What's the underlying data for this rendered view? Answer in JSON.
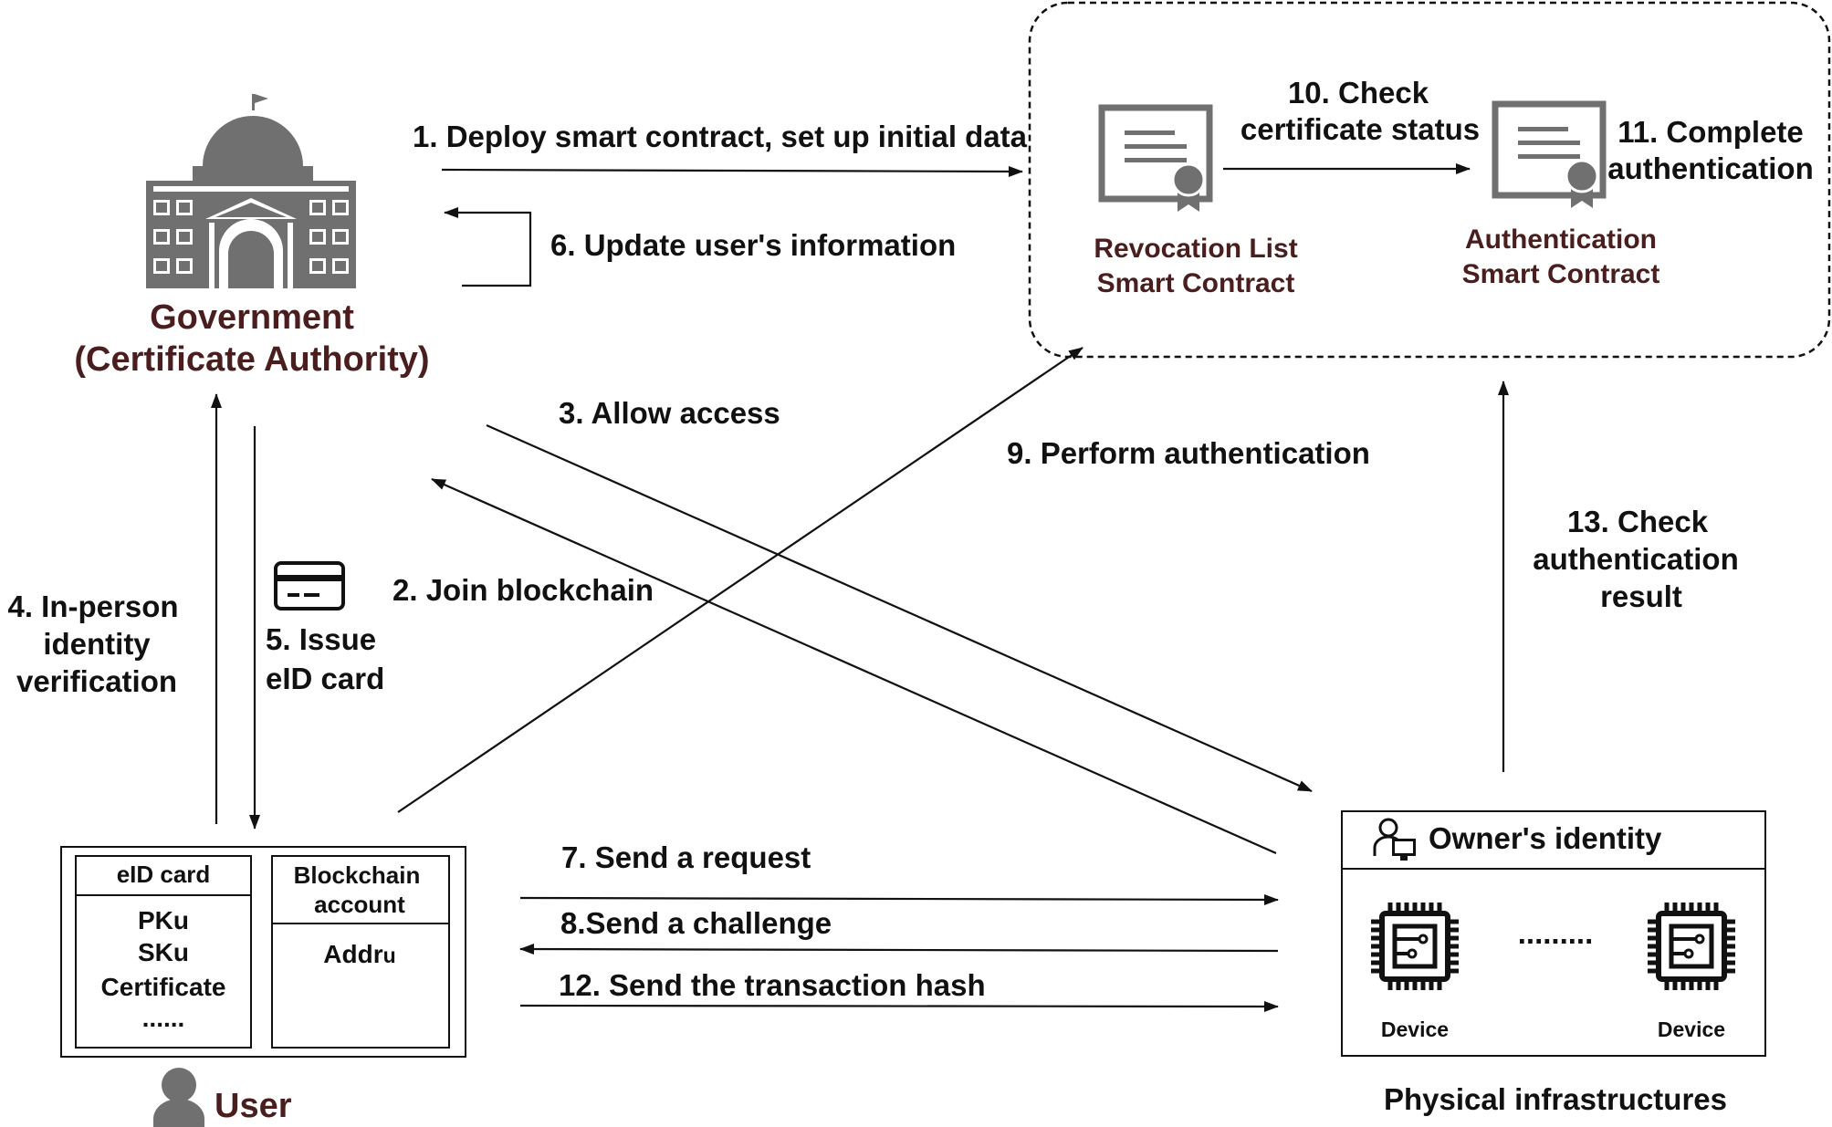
{
  "entities": {
    "government_line1": "Government",
    "government_line2": "(Certificate Authority)",
    "user": "User",
    "physical": "Physical infrastructures",
    "owner_identity": "Owner's identity",
    "device_label": "Device",
    "device_dots": "........."
  },
  "contracts": {
    "revocation_line1": "Revocation List",
    "revocation_line2": "Smart Contract",
    "auth_line1": "Authentication",
    "auth_line2": "Smart Contract"
  },
  "user_box": {
    "eid_header": "eID card",
    "eid_items": [
      "PKu",
      "SKu",
      "Certificate",
      "......"
    ],
    "account_header_line1": "Blockchain",
    "account_header_line2": "account",
    "account_item_main": "Addr",
    "account_item_sub": "u"
  },
  "steps": {
    "s1": "1. Deploy smart contract, set up initial data",
    "s2": "2. Join blockchain",
    "s3": "3. Allow access",
    "s4_line1": "4. In-person",
    "s4_line2": "identity",
    "s4_line3": "verification",
    "s5_line1": "5. Issue",
    "s5_line2": "eID card",
    "s6": "6. Update user's information",
    "s7": "7. Send a request",
    "s8": "8.Send a challenge",
    "s9": "9. Perform authentication",
    "s10_line1": "10. Check",
    "s10_line2": "certificate status",
    "s11_line1": "11. Complete",
    "s11_line2": "authentication",
    "s12": "12. Send the transaction hash",
    "s13_line1": "13. Check",
    "s13_line2": "authentication",
    "s13_line3": "result"
  },
  "colors": {
    "icon_gray": "#707070",
    "entity_text": "#4a1e1e",
    "line": "#111111"
  },
  "icons": [
    "government-building-icon",
    "certificate-icon",
    "id-card-icon",
    "user-icon",
    "owner-identity-icon",
    "chip-icon"
  ]
}
